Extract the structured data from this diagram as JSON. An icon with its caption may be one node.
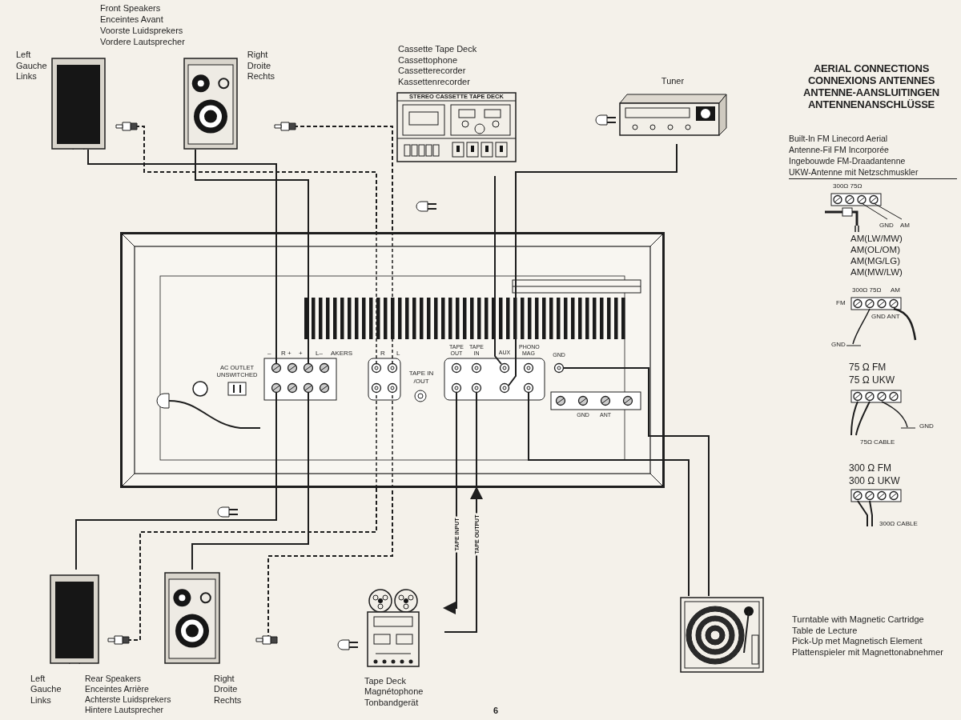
{
  "diagram": {
    "nodes": [
      {
        "text": [
          "Left",
          "Gauche",
          "Links"
        ]
      },
      {
        "text": [
          "Right",
          "Droite",
          "Rechts"
        ]
      },
      {
        "text": [
          "Cassette Tape Deck",
          "Cassettophone",
          "Cassetterecorder",
          "Kassettenrecorder",
          "STEREO CASSETTE TAPE DECK"
        ]
      },
      {
        "text": [
          "Tuner"
        ]
      },
      {
        "text": [],
        "shape": "box"
      },
      {
        "text": [
          "Left",
          "Gauche",
          "Links"
        ]
      },
      {
        "text": [
          "Right",
          "Droite",
          "Rechts"
        ]
      },
      {
        "text": [
          "Tape Deck",
          "Magnétophone",
          "Tonbandgerät"
        ]
      },
      {
        "text": [
          "Turntable with Magnetic Cartridge",
          "Table de Lecture",
          "Pick-Up met Magnetisch Element",
          "Plattenspieler mit Magnettonabnehmer"
        ]
      }
    ],
    "edges": [
      {
        "from": 0,
        "to": 4,
        "arrow": "none"
      },
      {
        "from": 0,
        "to": 4,
        "arrow": "other",
        "style": "dashed"
      },
      {
        "from": 1,
        "to": 4,
        "arrow": "none"
      },
      {
        "from": 1,
        "to": 4,
        "arrow": "other",
        "style": "dashed"
      },
      {
        "from": 2,
        "to": 4,
        "arrow": "none"
      },
      {
        "from": 3,
        "to": 4,
        "arrow": "none"
      },
      {
        "from": 5,
        "to": 4,
        "arrow": "none"
      },
      {
        "from": 5,
        "to": 4,
        "arrow": "other",
        "style": "dashed"
      },
      {
        "from": 6,
        "to": 4,
        "arrow": "none"
      },
      {
        "from": 6,
        "to": 4,
        "arrow": "other",
        "style": "dashed"
      },
      {
        "from": 4,
        "to": 7,
        "arrow": "to",
        "label": "TAPE INPUT"
      },
      {
        "from": 7,
        "to": 4,
        "arrow": "to",
        "label": "TAPE OUTPUT"
      },
      {
        "from": 8,
        "to": 4,
        "arrow": "none"
      },
      {
        "from": 8,
        "to": 4,
        "arrow": "none"
      }
    ],
    "labels": [
      "Front Speakers",
      "Enceintes Avant",
      "Voorste Luidsprekers",
      "Vordere Lautsprecher",
      "Rear Speakers",
      "Enceintes Arrière",
      "Achterste Luidsprekers",
      "Hintere Lautsprecher",
      "AC OUTLET UNSWITCHED",
      "–",
      "R +",
      "+",
      "L–",
      "AKERS",
      "R",
      "L",
      "TAPE IN /OUT",
      "TAPE OUT",
      "TAPE IN",
      "AUX",
      "PHONO MAG",
      "GND",
      "GND",
      "ANT",
      "AERIAL CONNECTIONS",
      "CONNEXIONS ANTENNES",
      "ANTENNE-AANSLUITINGEN",
      "ANTENNENANSCHLÜSSE",
      "Built-In FM Linecord Aerial",
      "Antenne-Fil FM Incorporée",
      "Ingebouwde FM-Draadantenne",
      "UKW-Antenne mit Netzschmuskler",
      "300Ω 75Ω",
      "GND",
      "AM",
      "AM(LW/MW)",
      "AM(OL/OM)",
      "AM(MG/LG)",
      "AM(MW/LW)",
      "300Ω 75Ω",
      "FM",
      "AM",
      "GND ANT",
      "GND",
      "75 Ω FM",
      "75 Ω UKW",
      "GND",
      "75Ω CABLE",
      "300 Ω FM",
      "300 Ω UKW",
      "300Ω CABLE",
      "6"
    ]
  }
}
